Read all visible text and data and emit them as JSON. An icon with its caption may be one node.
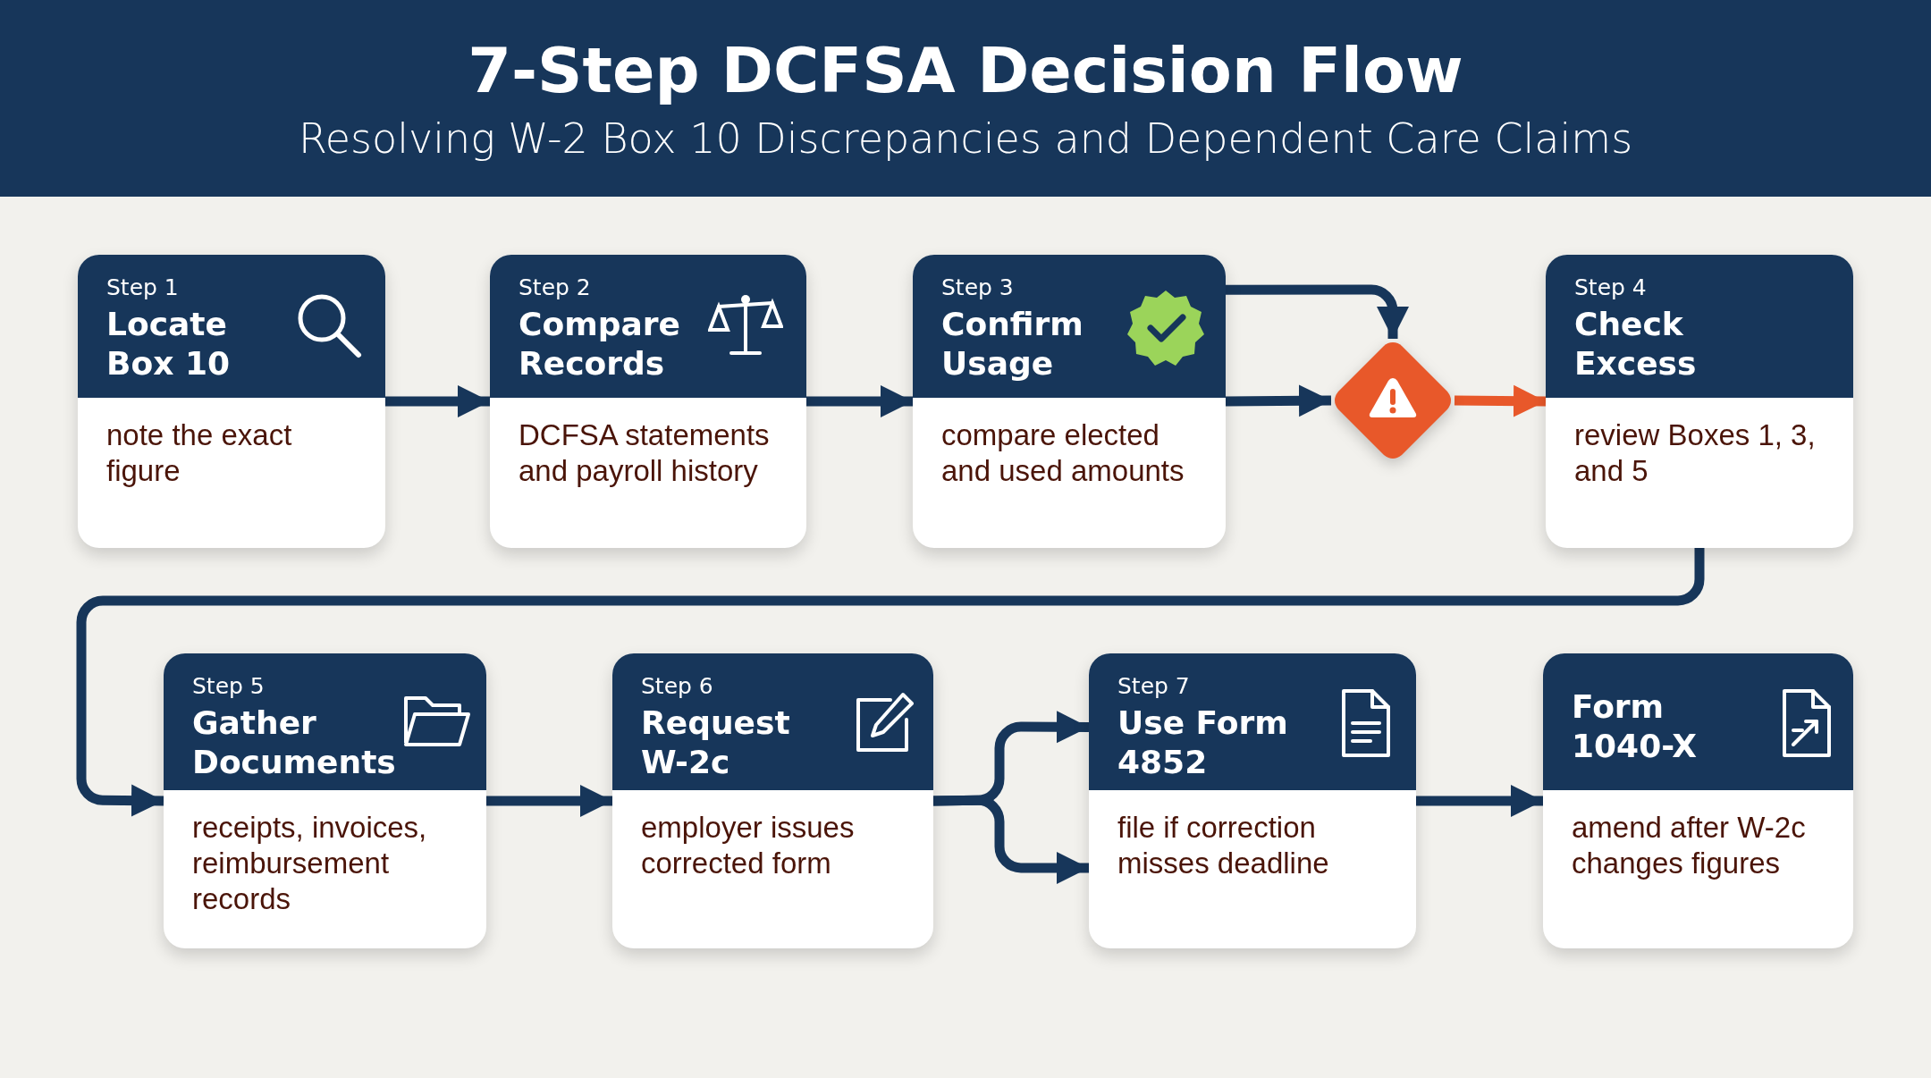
{
  "diagram": {
    "title": "7-Step DCFSA Decision Flow",
    "caption": "Resolving W-2 Box 10 Discrepancies and Dependent Care Claims",
    "nodes": [
      {
        "text": [
          "Step 1",
          "Locate Box 10",
          "note the exact figure"
        ]
      },
      {
        "text": [
          "Step 2",
          "Compare Records",
          "DCFSA statements and payroll history"
        ]
      },
      {
        "text": [
          "Step 3",
          "Confirm Usage",
          "compare elected and used amounts"
        ]
      },
      {
        "text": [],
        "shape": "diamond"
      },
      {
        "text": [
          "Step 4",
          "Check Excess",
          "review Boxes 1, 3, and 5"
        ]
      },
      {
        "text": [
          "Step 5",
          "Gather Documents",
          "receipts, invoices, reimbursement records"
        ]
      },
      {
        "text": [
          "Step 6",
          "Request W-2c",
          "employer issues corrected form"
        ]
      },
      {
        "text": [
          "Step 7",
          "Use Form 4852",
          "file if correction misses deadline"
        ]
      },
      {
        "text": [
          "Form 1040-X",
          "amend after W-2c changes figures"
        ]
      }
    ],
    "edges": [
      {
        "from": 0,
        "to": 1,
        "arrow": "to"
      },
      {
        "from": 1,
        "to": 2,
        "arrow": "to"
      },
      {
        "from": 2,
        "to": 3,
        "arrow": "to"
      },
      {
        "from": 2,
        "to": 3,
        "arrow": "to"
      },
      {
        "from": 3,
        "to": 4,
        "arrow": "to",
        "color": "#e8582a"
      },
      {
        "from": 4,
        "to": 5,
        "arrow": "to"
      },
      {
        "from": 5,
        "to": 6,
        "arrow": "to"
      },
      {
        "from": 6,
        "to": 7,
        "arrow": "to"
      },
      {
        "from": 6,
        "to": 7,
        "arrow": "to"
      },
      {
        "from": 7,
        "to": 8,
        "arrow": "to"
      }
    ]
  }
}
